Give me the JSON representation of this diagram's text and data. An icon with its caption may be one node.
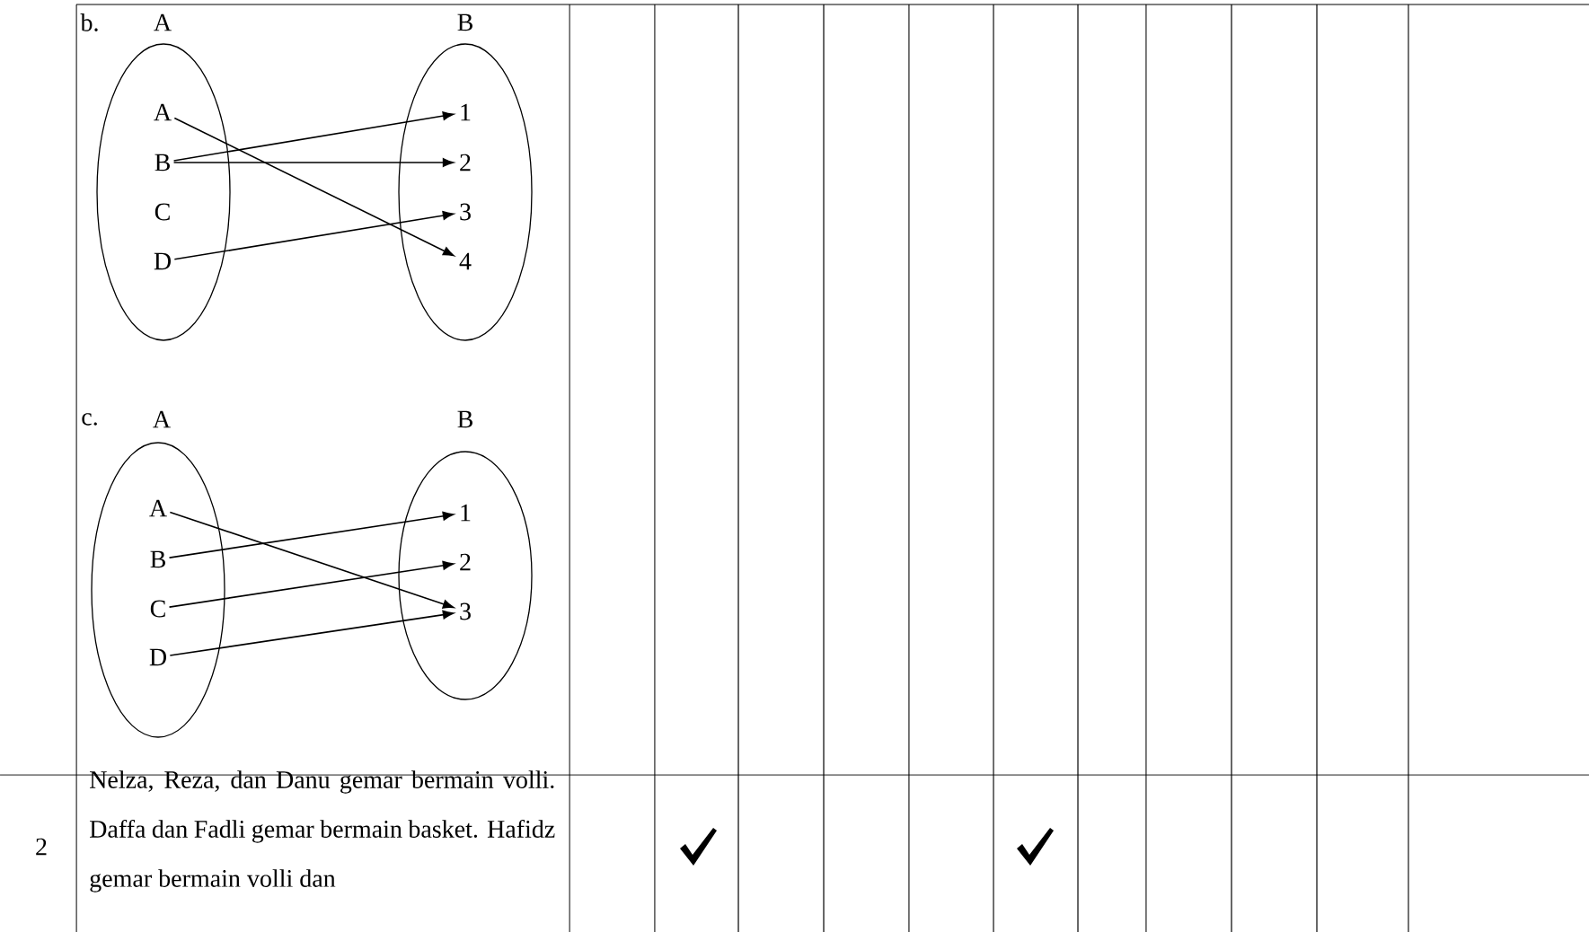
{
  "diagram": {
    "nodes": [
      {
        "text": [
          "A"
        ]
      },
      {
        "text": [
          "A"
        ],
        "in": 0
      },
      {
        "text": [
          "B"
        ],
        "in": 0
      },
      {
        "text": [
          "C"
        ],
        "in": 0
      },
      {
        "text": [
          "D"
        ],
        "in": 0
      },
      {
        "text": [
          "B"
        ]
      },
      {
        "text": [
          "1"
        ],
        "in": 5
      },
      {
        "text": [
          "2"
        ],
        "in": 5
      },
      {
        "text": [
          "3"
        ],
        "in": 5
      },
      {
        "text": [
          "4"
        ],
        "in": 5
      },
      {
        "text": [
          "A"
        ]
      },
      {
        "text": [
          "A"
        ],
        "in": 10
      },
      {
        "text": [
          "B"
        ],
        "in": 10
      },
      {
        "text": [
          "C"
        ],
        "in": 10
      },
      {
        "text": [
          "D"
        ],
        "in": 10
      },
      {
        "text": [
          "B"
        ]
      },
      {
        "text": [
          "1"
        ],
        "in": 15
      },
      {
        "text": [
          "2"
        ],
        "in": 15
      },
      {
        "text": [
          "3"
        ],
        "in": 15
      }
    ],
    "edges": [
      {
        "from": 1,
        "to": 9,
        "arrow": "to"
      },
      {
        "from": 2,
        "to": 6,
        "arrow": "to"
      },
      {
        "from": 2,
        "to": 7,
        "arrow": "to"
      },
      {
        "from": 4,
        "to": 8,
        "arrow": "to"
      },
      {
        "from": 11,
        "to": 18,
        "arrow": "to"
      },
      {
        "from": 12,
        "to": 16,
        "arrow": "to"
      },
      {
        "from": 13,
        "to": 17,
        "arrow": "to"
      },
      {
        "from": 14,
        "to": 18,
        "arrow": "to"
      }
    ],
    "labels": [
      "b.",
      "c.",
      "2",
      "Nelza, Reza, dan Danu gemar bermain volli. Daffa dan Fadli gemar bermain basket. Hafidz gemar bermain volli dan"
    ]
  }
}
